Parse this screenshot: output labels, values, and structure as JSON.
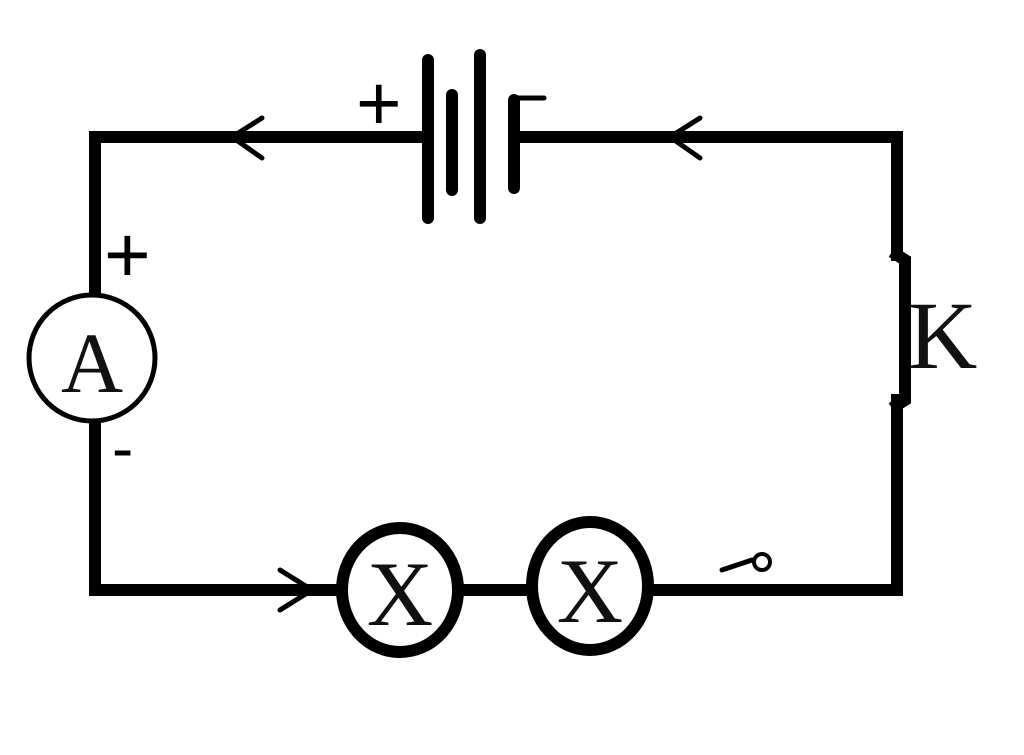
{
  "diagram": {
    "battery": {
      "positive_sign": "+",
      "negative_sign": "-"
    },
    "ammeter": {
      "label": "A",
      "positive_sign": "+",
      "negative_sign": "-"
    },
    "switch": {
      "label": "K"
    },
    "lamps": [
      {
        "label": "X"
      },
      {
        "label": "X"
      }
    ]
  }
}
